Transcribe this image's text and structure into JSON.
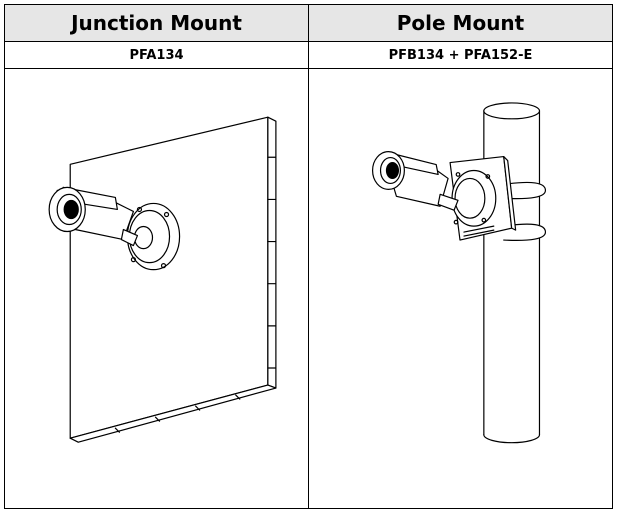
{
  "headers": [
    "Junction Mount",
    "Pole Mount"
  ],
  "models": [
    "PFA134",
    "PFB134 + PFA152-E"
  ],
  "illustrations": {
    "left": "junction-mount-illustration",
    "right": "pole-mount-illustration"
  }
}
